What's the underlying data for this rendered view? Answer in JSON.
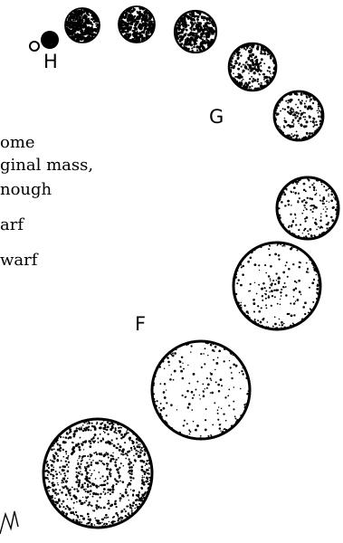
{
  "labels": {
    "h": "H",
    "g": "G",
    "f": "F"
  },
  "text_lines": [
    "ome",
    "ginal mass,",
    "nough",
    "arf",
    "warf"
  ],
  "colors": {
    "ink": "#000000",
    "background": "#ffffff"
  }
}
